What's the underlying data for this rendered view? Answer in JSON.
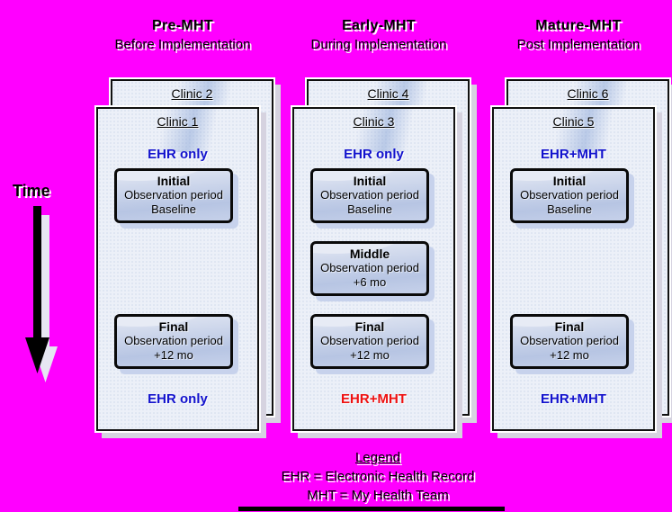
{
  "background_color": "#ff00ff",
  "time_axis": {
    "label": "Time"
  },
  "columns": [
    {
      "phase": "Pre-MHT",
      "subtitle": "Before Implementation",
      "back_clinic": "Clinic 2",
      "front_clinic": "Clinic 1",
      "status_top": "EHR only",
      "status_top_color": "#1212cd",
      "periods": [
        {
          "name": "Initial",
          "line2": "Observation period",
          "line3": "Baseline"
        },
        {
          "name": "Final",
          "line2": "Observation period",
          "line3": "+12 mo"
        }
      ],
      "status_bottom": "EHR only",
      "status_bottom_color": "#1212cd"
    },
    {
      "phase": "Early-MHT",
      "subtitle": "During Implementation",
      "back_clinic": "Clinic 4",
      "front_clinic": "Clinic 3",
      "status_top": "EHR only",
      "status_top_color": "#1212cd",
      "periods": [
        {
          "name": "Initial",
          "line2": "Observation period",
          "line3": "Baseline"
        },
        {
          "name": "Middle",
          "line2": "Observation period",
          "line3": "+6 mo"
        },
        {
          "name": "Final",
          "line2": "Observation period",
          "line3": "+12 mo"
        }
      ],
      "status_bottom": "EHR+MHT",
      "status_bottom_color": "#ee1111"
    },
    {
      "phase": "Mature-MHT",
      "subtitle": "Post Implementation",
      "back_clinic": "Clinic 6",
      "front_clinic": "Clinic 5",
      "status_top": "EHR+MHT",
      "status_top_color": "#1212cd",
      "periods": [
        {
          "name": "Initial",
          "line2": "Observation period",
          "line3": "Baseline"
        },
        {
          "name": "Final",
          "line2": "Observation period",
          "line3": "+12 mo"
        }
      ],
      "status_bottom": "EHR+MHT",
      "status_bottom_color": "#1212cd"
    }
  ],
  "legend": {
    "title": "Legend",
    "lines": [
      "EHR = Electronic Health Record",
      "MHT = My Health Team"
    ]
  }
}
